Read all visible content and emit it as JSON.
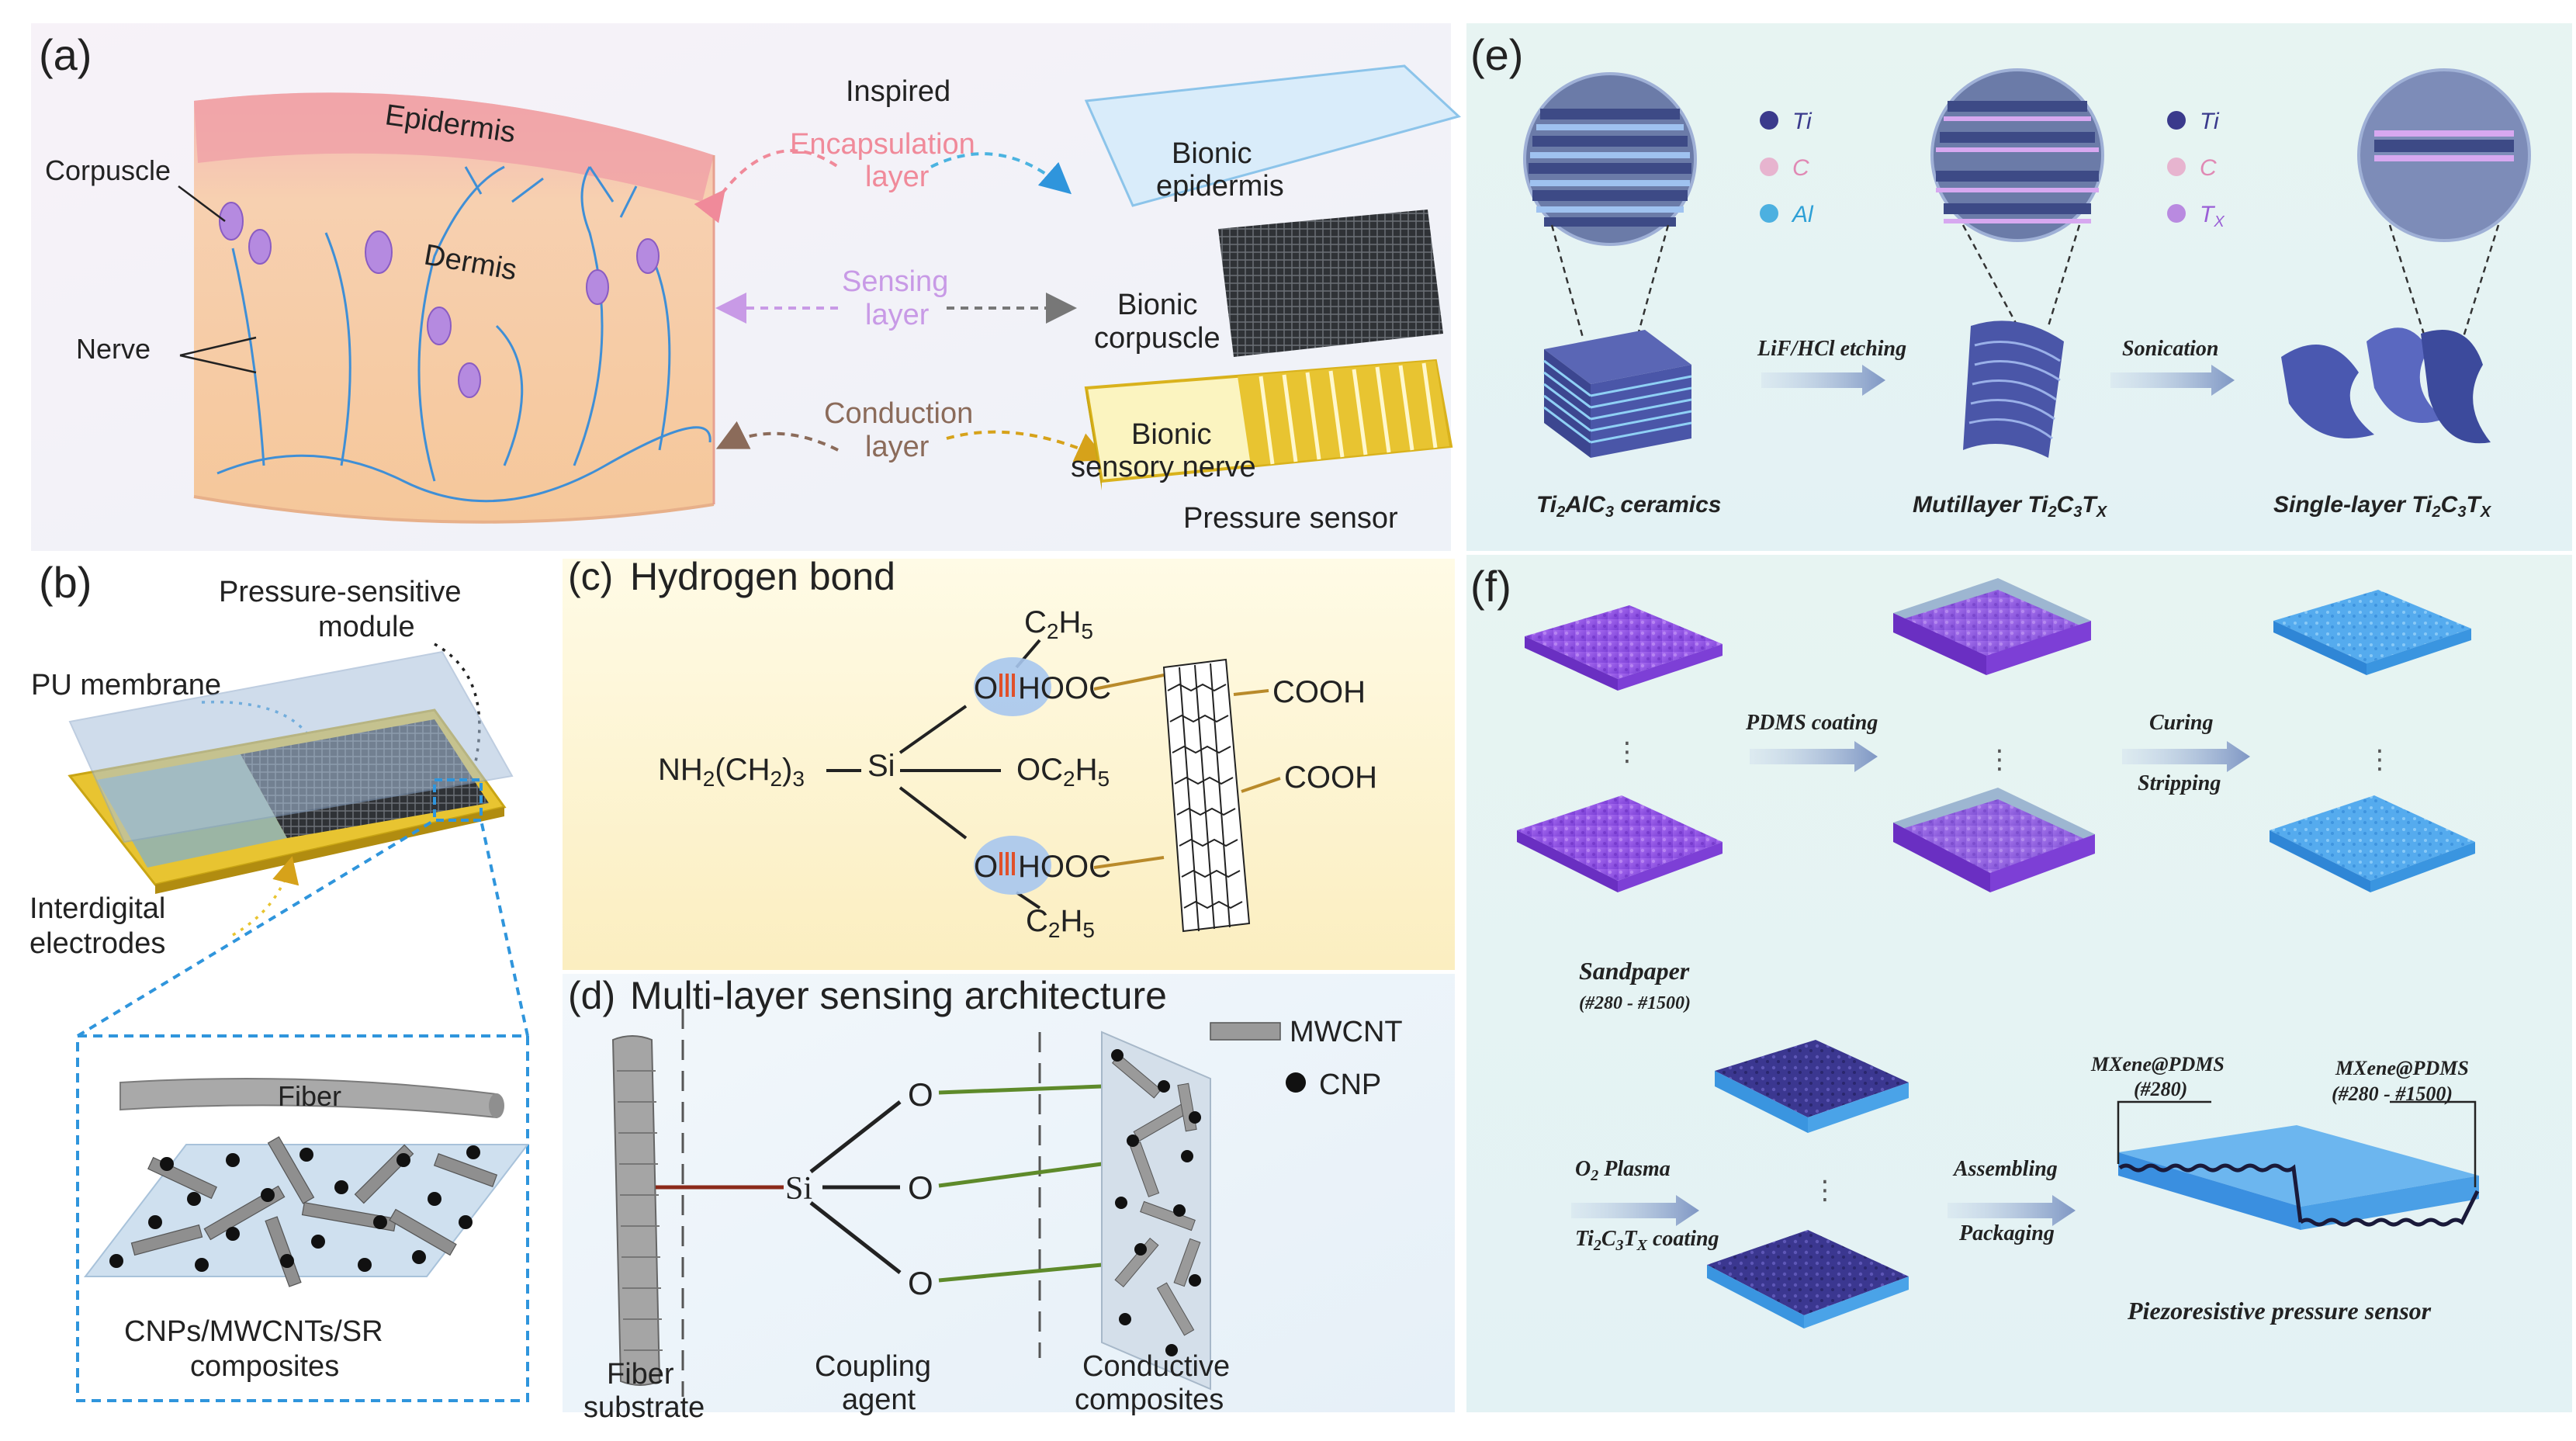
{
  "panel_a": {
    "label": "(a)",
    "epidermis": "Epidermis",
    "dermis": "Dermis",
    "corpuscle": "Corpuscle",
    "nerve": "Nerve",
    "inspired": "Inspired",
    "encap_1": "Encapsulation",
    "encap_2": "layer",
    "sensing_1": "Sensing",
    "sensing_2": "layer",
    "conduct_1": "Conduction",
    "conduct_2": "layer",
    "bionic_epi_1": "Bionic",
    "bionic_epi_2": "epidermis",
    "bionic_corp_1": "Bionic",
    "bionic_corp_2": "corpuscle",
    "bionic_nerve_1": "Bionic",
    "bionic_nerve_2": "sensory nerve",
    "pressure_sensor": "Pressure sensor"
  },
  "panel_b": {
    "label": "(b)",
    "psm_1": "Pressure-sensitive",
    "psm_2": "module",
    "pu": "PU membrane",
    "ide_1": "Interdigital",
    "ide_2": "electrodes",
    "fiber": "Fiber",
    "comp_1": "CNPs/MWCNTs/SR",
    "comp_2": "composites"
  },
  "panel_c": {
    "label": "(c)",
    "title": "Hydrogen  bond",
    "c2h5": "C2H5",
    "nh2": "NH2(CH2)3",
    "si": "Si",
    "oc2h5": "OC2H5",
    "o": "O",
    "hooc": "HOOC",
    "cooh": "COOH"
  },
  "panel_d": {
    "label": "(d)",
    "title": "Multi-layer sensing architecture",
    "mwcnt": "MWCNT",
    "cnp": "CNP",
    "si": "Si",
    "o": "O",
    "fiber_1": "Fiber",
    "fiber_2": "substrate",
    "coupling_1": "Coupling",
    "coupling_2": "agent",
    "cond_1": "Conductive",
    "cond_2": "composites"
  },
  "panel_e": {
    "label": "(e)",
    "ti": "Ti",
    "c": "C",
    "al": "Al",
    "tx": "Tx",
    "etch": "LiF/HCl etching",
    "sonication": "Sonication",
    "cap_1": "Ti2AlC3 ceramics",
    "cap_2": "Mutillayer Ti2C3TX",
    "cap_3": "Single-layer Ti2C3TX"
  },
  "panel_f": {
    "label": "(f)",
    "pdms_coating": "PDMS coating",
    "curing": "Curing",
    "stripping": "Stripping",
    "sandpaper": "Sandpaper",
    "grit": "(#280 - #1500)",
    "o2": "O2 Plasma",
    "ticoat": "Ti2C3TX coating",
    "assembling": "Assembling",
    "packaging": "Packaging",
    "mx1_1": "MXene@PDMS",
    "mx1_2": "(#280)",
    "mx2_1": "MXene@PDMS",
    "mx2_2": "(#280 - #1500)",
    "piezo": "Piezoresistive pressure sensor",
    "dots": "⋮"
  },
  "colors": {
    "skin_top": "#f2a8a8",
    "skin_body": "#f6cfa3",
    "nerve": "#3f8fd6",
    "corpuscle": "#b58ae0",
    "gold": "#e8c431",
    "blue_dash": "#2f95dc",
    "purple_surface": "#9b59e6",
    "blue_surface": "#4a9fe6",
    "mxene": "#3a3a8c"
  }
}
